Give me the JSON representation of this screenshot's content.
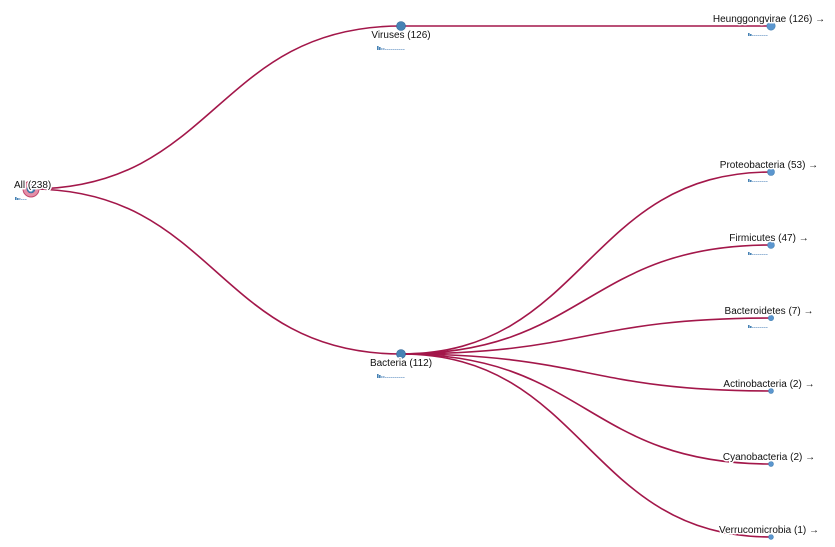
{
  "tree": {
    "root": {
      "label": "All (238)",
      "count": 238
    },
    "branches": [
      {
        "label": "Viruses (126)",
        "count": 126,
        "children": [
          {
            "label": "Heunggongvirae (126) →",
            "count": 126
          }
        ]
      },
      {
        "label": "Bacteria (112)",
        "count": 112,
        "children": [
          {
            "label": "Proteobacteria (53) →",
            "count": 53
          },
          {
            "label": "Firmicutes (47) →",
            "count": 47
          },
          {
            "label": "Bacteroidetes (7) →",
            "count": 7
          },
          {
            "label": "Actinobacteria (2) →",
            "count": 2
          },
          {
            "label": "Cyanobacteria (2) →",
            "count": 2
          },
          {
            "label": "Verrucomicrobia (1) →",
            "count": 1
          }
        ]
      }
    ]
  },
  "colors": {
    "link": "#a3174a",
    "node": "#4682b4",
    "root_halo": "#e58fa8"
  }
}
